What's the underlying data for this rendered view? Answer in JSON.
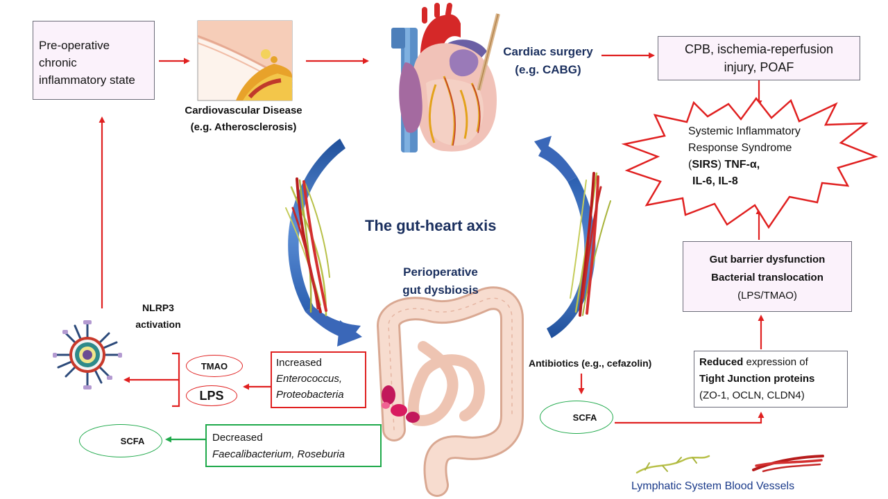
{
  "title": "The gut-heart axis",
  "preop": {
    "line1": "Pre-operative",
    "line2": "chronic",
    "line3": "inflammatory state"
  },
  "cvd": {
    "line1": "Cardiovascular Disease",
    "line2": "(e.g. Atherosclerosis)"
  },
  "surgery": {
    "line1": "Cardiac surgery",
    "line2": "(e.g. CABG)"
  },
  "cpb": {
    "line1": "CPB, ischemia-reperfusion",
    "line2": "injury, POAF"
  },
  "sirs": {
    "line1": "Systemic Inflammatory",
    "line2": "Response Syndrome",
    "l3_open": "(",
    "l3_bold": "SIRS",
    "l3_close": ") ",
    "l3_rest": "TNF-α,",
    "line4": "IL-6, IL-8"
  },
  "barrier": {
    "line1": "Gut barrier dysfunction",
    "line2": "Bacterial translocation",
    "line3": "(LPS/TMAO)"
  },
  "tight": {
    "l1_bold": "Reduced",
    "l1_rest": " expression of",
    "line2": "Tight Junction proteins",
    "line3": "(ZO-1, OCLN, CLDN4)"
  },
  "dysbiosis": {
    "line1": "Perioperative",
    "line2": "gut dysbiosis"
  },
  "increased": {
    "line1": "Increased",
    "line2": "Enterococcus,",
    "line3": "Proteobacteria"
  },
  "decreased": {
    "line1": "Decreased",
    "line2": "Faecalibacterium, Roseburia"
  },
  "tmao": "TMAO",
  "lps": "LPS",
  "scfa_left": "SCFA",
  "scfa_right": "SCFA",
  "antibiotics": "Antibiotics (e.g., cefazolin)",
  "nlrp3": {
    "line1": "NLRP3",
    "line2": "activation"
  },
  "legend": {
    "lymph": "Lymphatic System",
    "blood": "Blood Vessels"
  },
  "colors": {
    "red_arrow": "#e02020",
    "green_arrow": "#1ea94a",
    "navy_text": "#1a2f5e",
    "blue_arrow": "#3a67b8",
    "box_fill": "#fbf2fb"
  }
}
